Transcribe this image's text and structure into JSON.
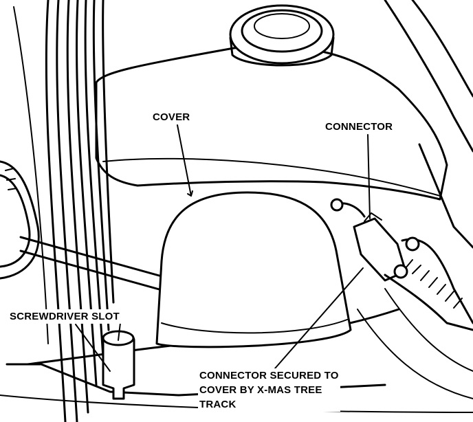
{
  "labels": {
    "cover": "COVER",
    "connector": "CONNECTOR",
    "screwdriver_slot": "SCREWDRIVER SLOT",
    "connector_secured": [
      "CONNECTOR SECURED TO",
      "COVER BY X-MAS TREE",
      "TRACK"
    ]
  },
  "colors": {
    "ink": "#000000",
    "paper": "#ffffff"
  }
}
